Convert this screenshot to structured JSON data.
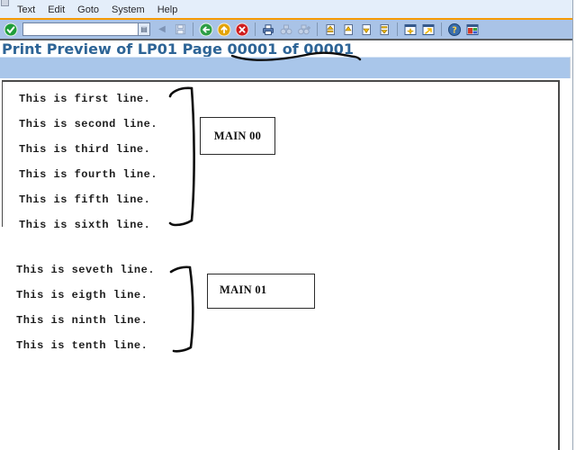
{
  "menubar": {
    "items": [
      "Text",
      "Edit",
      "Goto",
      "System",
      "Help"
    ]
  },
  "toolbar": {
    "command_field": {
      "value": "",
      "placeholder": ""
    },
    "icons": [
      "enter-check-icon",
      "command-dropdown-icon",
      "collapse-arrow-icon",
      "save-icon",
      "back-icon",
      "exit-icon",
      "cancel-icon",
      "print-icon",
      "find-icon",
      "find-next-icon",
      "first-page-icon",
      "page-up-icon",
      "page-down-icon",
      "last-page-icon",
      "new-session-icon",
      "create-shortcut-icon",
      "help-icon",
      "customize-layout-icon"
    ]
  },
  "header": {
    "title": "Print Preview of LP01 Page 00001 of 00001"
  },
  "page": {
    "lines_group1": [
      "This is first line.",
      "This is second line.",
      "This is third line.",
      "This is fourth line.",
      "This is fifth line.",
      "This is sixth line."
    ],
    "lines_group2": [
      "This is seveth line.",
      "This is eigth line.",
      "This is ninth line.",
      "This is tenth line."
    ],
    "boxes": [
      {
        "label": "MAIN 00"
      },
      {
        "label": "MAIN 01"
      }
    ]
  },
  "annotations": {
    "color": "#0d0d0d",
    "shapes": [
      "underline-of-page-count",
      "bracket-lines-1-to-6",
      "bracket-lines-7-to-10"
    ]
  },
  "colors": {
    "menubar_bg": "#e4eefa",
    "orange_line": "#f59a00",
    "toolbar_bg": "#a9c3e7",
    "app_toolbar_bg": "#a9c6ea",
    "title_text": "#2d6496",
    "page_border": "#4a4a4a"
  }
}
